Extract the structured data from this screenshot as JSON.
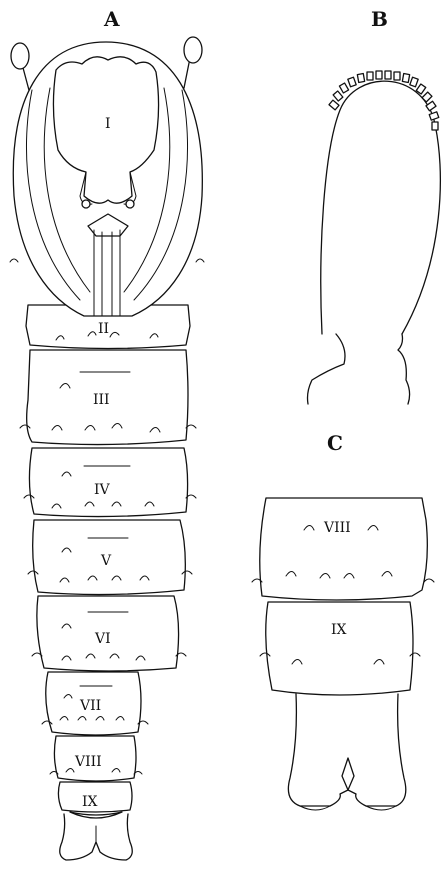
{
  "panels": [
    {
      "letter": "A",
      "segments": [
        "I",
        "II",
        "III",
        "IV",
        "V",
        "VI",
        "VII",
        "VIII",
        "IX"
      ]
    },
    {
      "letter": "B"
    },
    {
      "letter": "C",
      "segments": [
        "VIII",
        "IX"
      ]
    }
  ]
}
